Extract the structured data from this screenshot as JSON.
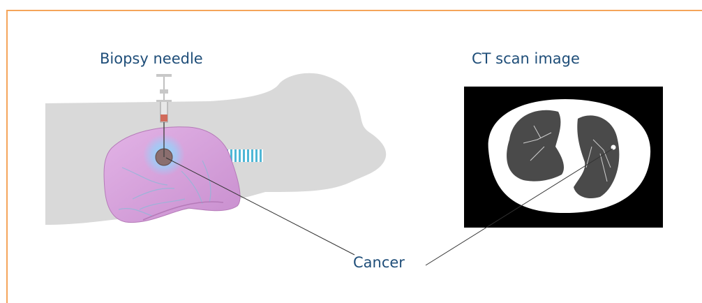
{
  "labels": {
    "biopsy_needle": "Biopsy needle",
    "ct_scan": "CT scan image",
    "cancer": "Cancer"
  },
  "colors": {
    "frame_border": "#f5a55a",
    "label_text": "#1f4e79",
    "body_silhouette": "#d9d9d9",
    "lung_pink": "#d9a6d9",
    "tumor_glow": "#6fd3ff",
    "ct_background": "#000000",
    "ct_body": "#ffffff",
    "ct_lung": "#4a4a4a"
  }
}
